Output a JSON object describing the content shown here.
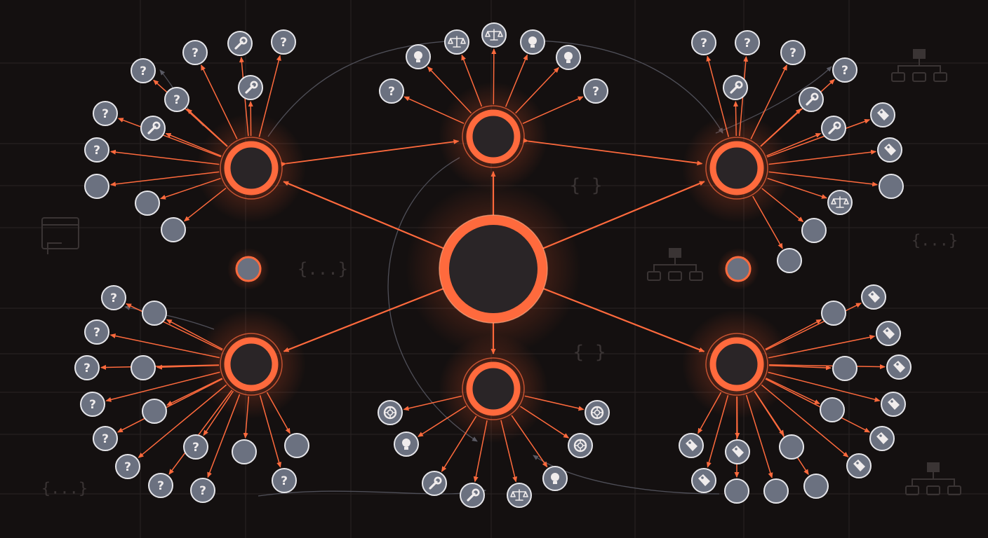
{
  "colors": {
    "background": "#141010",
    "accent": "#ff6a3d",
    "node_fill": "#6b7180",
    "node_stroke": "#e6e6ea",
    "hub_core": "#2a2527",
    "grid": "#2a2424",
    "faint_link": "#4f4f58"
  },
  "icons": {
    "question": "question-mark-icon",
    "wrench": "wrench-icon",
    "scales": "scales-icon",
    "bulb": "lightbulb-icon",
    "tag": "tag-icon",
    "buoy": "lifebuoy-icon",
    "blank": "blank-node"
  },
  "background_decor": [
    {
      "kind": "braces",
      "label": "{ }"
    },
    {
      "kind": "braces",
      "label": "{ }"
    },
    {
      "kind": "braces",
      "label": "{...}"
    },
    {
      "kind": "braces",
      "label": "{...}"
    },
    {
      "kind": "braces",
      "label": "{...}"
    },
    {
      "kind": "org-chart-icon"
    },
    {
      "kind": "org-chart-icon"
    },
    {
      "kind": "org-chart-icon"
    },
    {
      "kind": "window-icon"
    }
  ],
  "diagram": {
    "center_hub": {
      "name": "center-hub"
    },
    "hubs": [
      {
        "name": "hub-top-left",
        "leaves": [
          "question",
          "question",
          "wrench",
          "question",
          "question",
          "question",
          "wrench",
          "wrench",
          "question",
          "blank",
          "blank",
          "blank"
        ]
      },
      {
        "name": "hub-top-center",
        "leaves": [
          "question",
          "bulb",
          "scales",
          "scales",
          "bulb",
          "bulb",
          "question"
        ]
      },
      {
        "name": "hub-top-right",
        "leaves": [
          "question",
          "question",
          "question",
          "question",
          "wrench",
          "wrench",
          "wrench",
          "tag",
          "tag",
          "blank",
          "scales",
          "blank",
          "blank"
        ]
      },
      {
        "name": "hub-bottom-left",
        "leaves": [
          "question",
          "blank",
          "question",
          "question",
          "blank",
          "question",
          "blank",
          "question",
          "question",
          "question",
          "question",
          "question",
          "blank",
          "question",
          "blank"
        ]
      },
      {
        "name": "hub-bottom-center",
        "leaves": [
          "buoy",
          "bulb",
          "wrench",
          "wrench",
          "scales",
          "bulb",
          "buoy",
          "buoy"
        ]
      },
      {
        "name": "hub-bottom-right",
        "leaves": [
          "tag",
          "blank",
          "tag",
          "blank",
          "tag",
          "blank",
          "tag",
          "blank",
          "tag",
          "blank",
          "tag",
          "blank",
          "tag",
          "blank",
          "tag",
          "tag",
          "blank"
        ]
      }
    ],
    "isolated_nodes": 2
  }
}
